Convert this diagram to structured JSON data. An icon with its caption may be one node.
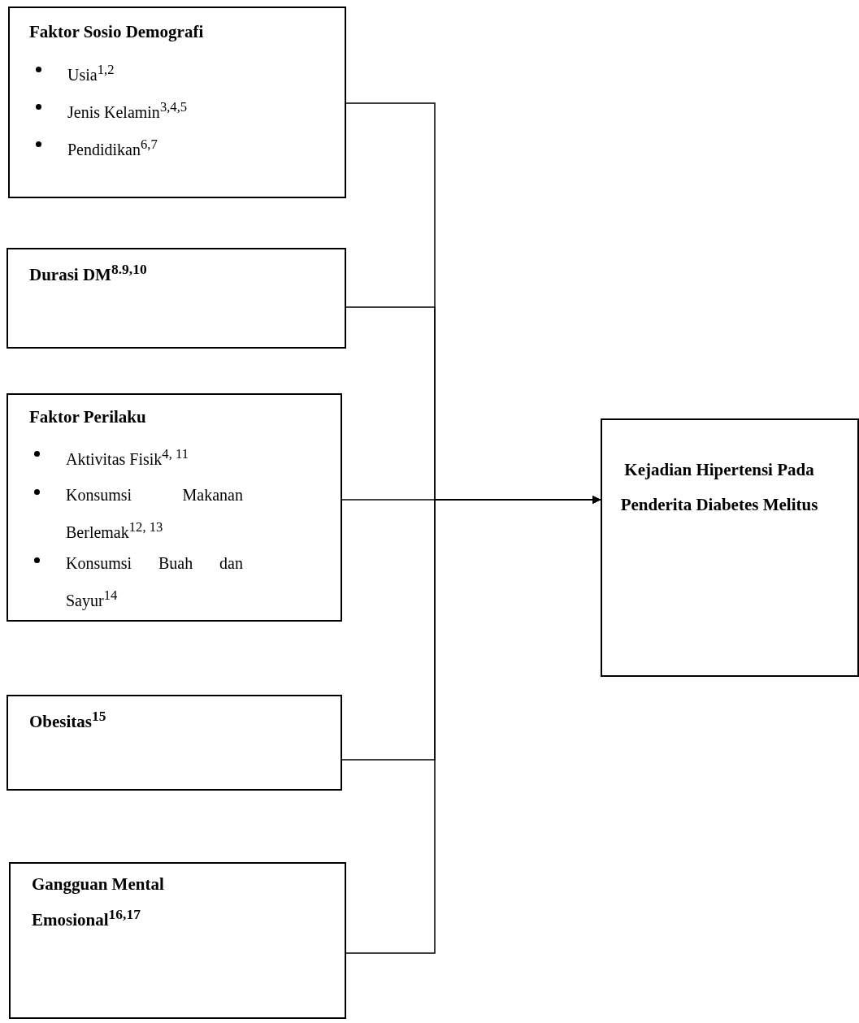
{
  "diagram": {
    "nodes": [
      {
        "text": [
          "Faktor Sosio Demografi",
          "Usia$^{1,2}$",
          "Jenis Kelamin$^{3,4,5}$",
          "Pendidikan$^{6,7}$"
        ]
      },
      {
        "text": [
          "Durasi DM$^{8.9,10}$"
        ]
      },
      {
        "text": [
          "Faktor Perilaku",
          "Aktivitas Fisik$^{4, 11}$",
          "Konsumsi Makanan Berlemak$^{12, 13}$",
          "Konsumsi Buah dan Sayur$^{14}$"
        ]
      },
      {
        "text": [
          "Obesitas$^{15}$"
        ]
      },
      {
        "text": [
          "Gangguan Mental Emosional$^{16,17}$"
        ]
      },
      {
        "text": [
          "Kejadian Hipertensi Pada Penderita Diabetes Melitus"
        ]
      }
    ],
    "edges": [
      {
        "from": 0,
        "to": 5,
        "arrow": "to"
      },
      {
        "from": 1,
        "to": 5,
        "arrow": "to"
      },
      {
        "from": 2,
        "to": 5,
        "arrow": "to"
      },
      {
        "from": 3,
        "to": 5,
        "arrow": "to"
      },
      {
        "from": 4,
        "to": 5,
        "arrow": "to"
      }
    ]
  }
}
